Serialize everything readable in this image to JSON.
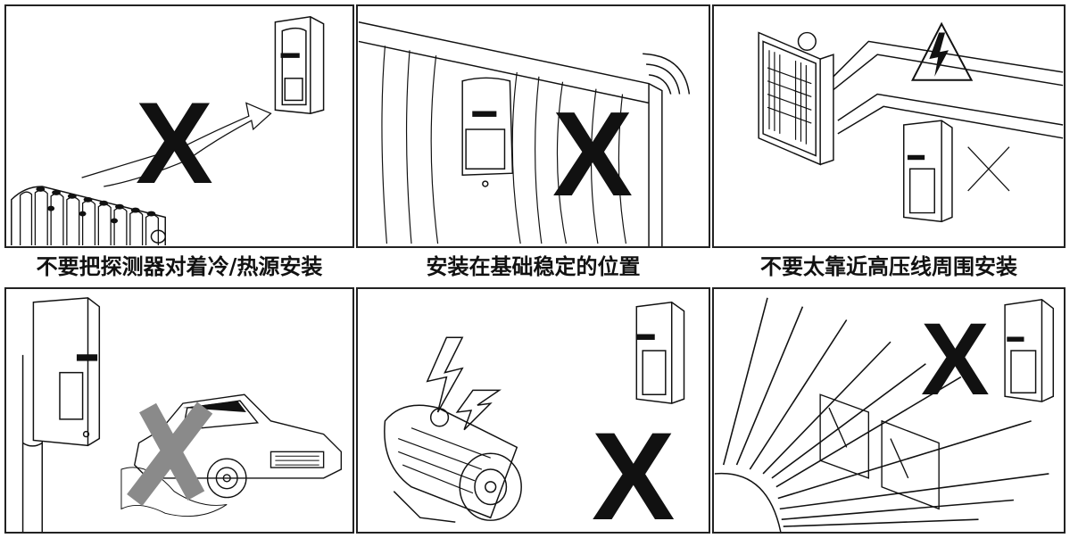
{
  "captions": {
    "c1": "不要把探测器对着冷/热源安装",
    "c2": "安装在基础稳定的位置",
    "c3": "不要太靠近高压线周围安装"
  },
  "marks": {
    "x": "X"
  },
  "colors": {
    "ink": "#111111",
    "gray_x": "#8a8a8a"
  },
  "icons": {
    "detector": "motion-detector-icon",
    "heater": "radiator-icon",
    "wall": "wall-icon",
    "signal": "signal-waves-icon",
    "transformer": "transformer-icon",
    "hv": "high-voltage-warning-icon",
    "post": "mounting-post-icon",
    "car": "car-icon",
    "motor": "electric-motor-icon",
    "lightning": "lightning-icon",
    "sun": "sun-rays-icon",
    "glass": "glass-panes-icon"
  }
}
